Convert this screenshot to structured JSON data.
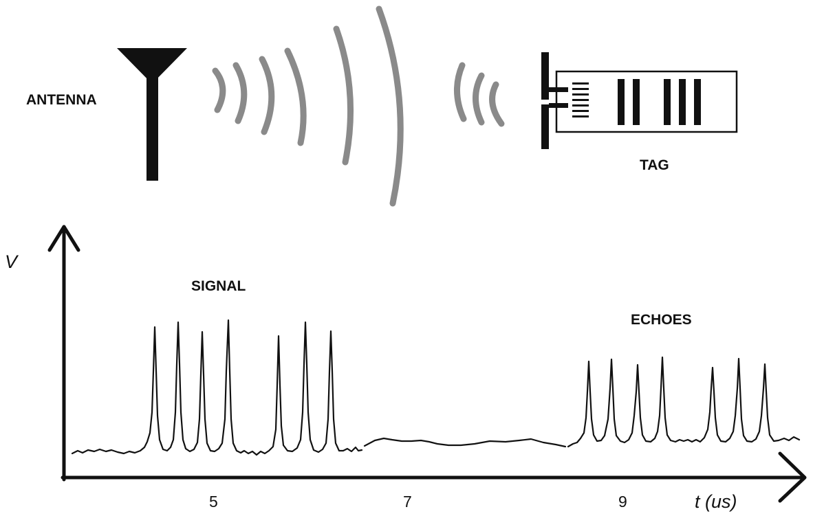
{
  "labels": {
    "antenna": "ANTENNA",
    "tag": "TAG",
    "signal": "SIGNAL",
    "echoes": "ECHOES",
    "y_axis": "V",
    "x_axis": "t (us)"
  },
  "x_ticks": [
    "5",
    "7",
    "9"
  ],
  "colors": {
    "ink": "#111111",
    "wave": "#8a8a8a",
    "background": "#ffffff"
  },
  "icons": [
    "antenna-icon",
    "rfid-tag-icon",
    "radio-wave-icon"
  ]
}
